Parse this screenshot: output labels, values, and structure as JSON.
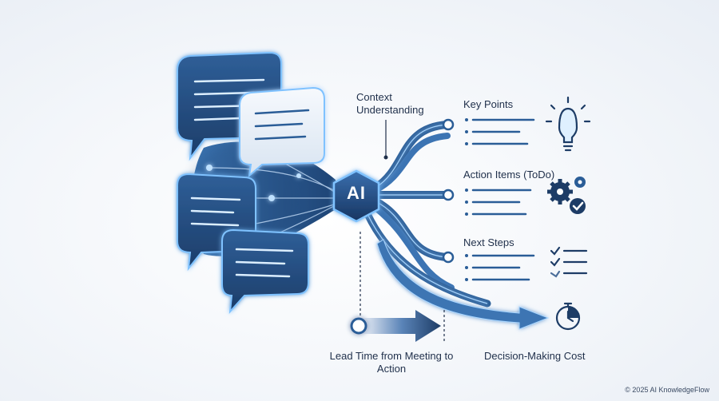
{
  "labels": {
    "context": "Context Understanding",
    "key_points": "Key Points",
    "action_items": "Action Items (ToDo)",
    "next_steps": "Next Steps",
    "lead_time": "Lead Time from Meeting to Action",
    "decision_cost": "Decision-Making Cost"
  },
  "hub": {
    "label": "AI"
  },
  "footer": {
    "copyright": "© 2025 AI KnowledgeFlow"
  },
  "colors": {
    "primary": "#2a5d97",
    "dark": "#1d3c66",
    "accent": "#4ea0e6",
    "glow": "#8ecbff"
  },
  "icons": [
    "chat-bubble-icon",
    "lightbulb-icon",
    "gears-icon",
    "checkmark-icon",
    "checklist-icon",
    "stopwatch-icon"
  ]
}
